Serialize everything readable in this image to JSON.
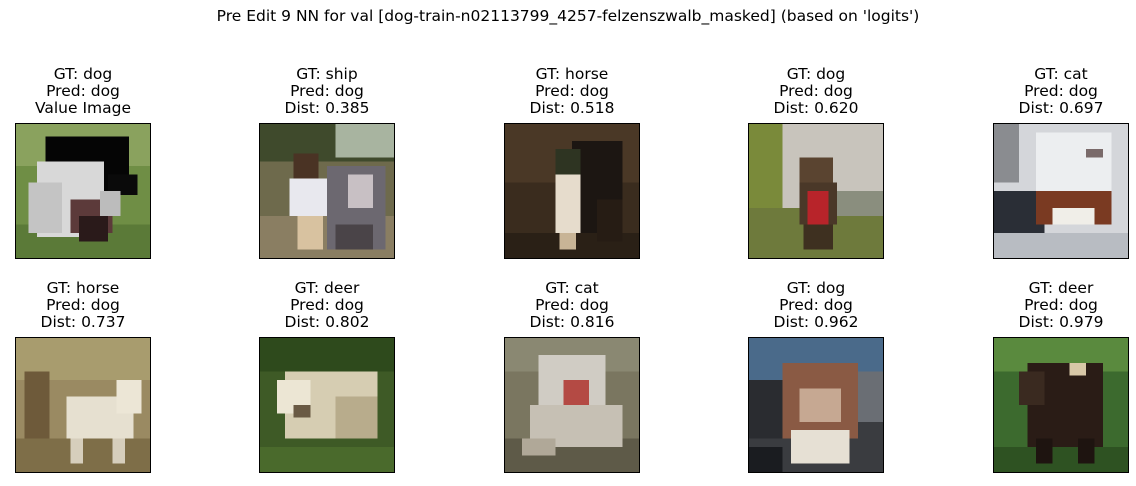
{
  "figure": {
    "title": "Pre Edit 9 NN for val [dog-train-n02113799_4257-felzenszwalb_masked] (based on 'logits')"
  },
  "panels": [
    {
      "lines": [
        "GT: dog",
        "Pred: dog",
        "Value Image"
      ],
      "scene": "masked-dog"
    },
    {
      "lines": [
        "GT: ship",
        "Pred: dog",
        "Dist: 0.385"
      ],
      "scene": "people-dog"
    },
    {
      "lines": [
        "GT: horse",
        "Pred: dog",
        "Dist: 0.518"
      ],
      "scene": "dark-dog-person"
    },
    {
      "lines": [
        "GT: dog",
        "Pred: dog",
        "Dist: 0.620"
      ],
      "scene": "dog-red-coat"
    },
    {
      "lines": [
        "GT: cat",
        "Pred: dog",
        "Dist: 0.697"
      ],
      "scene": "white-cat-brown-dog"
    },
    {
      "lines": [
        "GT: horse",
        "Pred: dog",
        "Dist: 0.737"
      ],
      "scene": "white-animal-straw"
    },
    {
      "lines": [
        "GT: deer",
        "Pred: dog",
        "Dist: 0.802"
      ],
      "scene": "sheep-grass"
    },
    {
      "lines": [
        "GT: cat",
        "Pred: dog",
        "Dist: 0.816"
      ],
      "scene": "lion-rocks"
    },
    {
      "lines": [
        "GT: dog",
        "Pred: dog",
        "Dist: 0.962"
      ],
      "scene": "bulldog-car"
    },
    {
      "lines": [
        "GT: deer",
        "Pred: dog",
        "Dist: 0.979"
      ],
      "scene": "dark-ox-grass"
    }
  ]
}
